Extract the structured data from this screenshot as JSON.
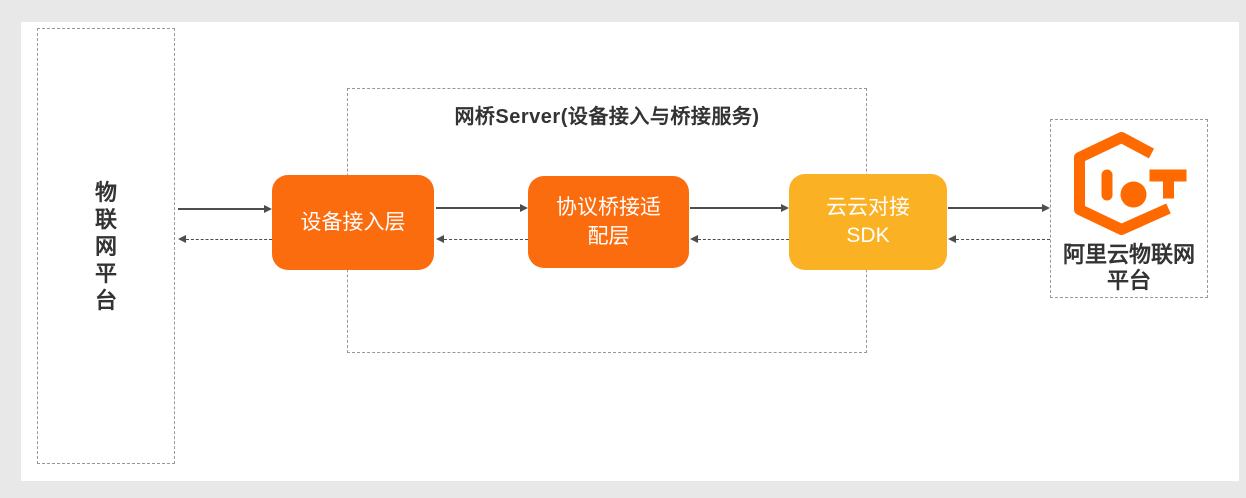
{
  "nodes": {
    "left_platform": {
      "label": "物\n联\n网\n平\n台",
      "full_name": "物联网平台"
    },
    "bridge_server": {
      "title": "网桥Server(设备接入与桥接服务)",
      "children": [
        {
          "label": "设备接入层",
          "color": "#fb6c0f"
        },
        {
          "label": "协议桥接适\n配层",
          "full_name": "协议桥接适配层",
          "color": "#fb6c0f"
        },
        {
          "label": "云云对接\nSDK",
          "full_name": "云云对接SDK",
          "color": "#fbb124"
        }
      ]
    },
    "aliyun_platform": {
      "label": "阿里云物联网\n平台",
      "full_name": "阿里云物联网平台",
      "logo": "aliyun-iot-hexagon-logo"
    }
  },
  "connections": [
    {
      "from": "物联网平台",
      "to": "设备接入层",
      "style": "solid",
      "direction": "right"
    },
    {
      "from": "设备接入层",
      "to": "物联网平台",
      "style": "dashed",
      "direction": "left"
    },
    {
      "from": "设备接入层",
      "to": "协议桥接适配层",
      "style": "solid",
      "direction": "right"
    },
    {
      "from": "协议桥接适配层",
      "to": "设备接入层",
      "style": "dashed",
      "direction": "left"
    },
    {
      "from": "协议桥接适配层",
      "to": "云云对接SDK",
      "style": "solid",
      "direction": "right"
    },
    {
      "from": "云云对接SDK",
      "to": "协议桥接适配层",
      "style": "dashed",
      "direction": "left"
    },
    {
      "from": "云云对接SDK",
      "to": "阿里云物联网平台",
      "style": "solid",
      "direction": "right"
    },
    {
      "from": "阿里云物联网平台",
      "to": "云云对接SDK",
      "style": "dashed",
      "direction": "left"
    }
  ],
  "colors": {
    "orange": "#fb6c0f",
    "yellow": "#fbb124",
    "logo_orange": "#ff6a00",
    "arrow": "#4d4d4d",
    "dashed_border": "#999999",
    "text_dark": "#333333",
    "node_text": "#ffffff",
    "page_background": "#e8e8e8",
    "panel_background": "#ffffff"
  }
}
